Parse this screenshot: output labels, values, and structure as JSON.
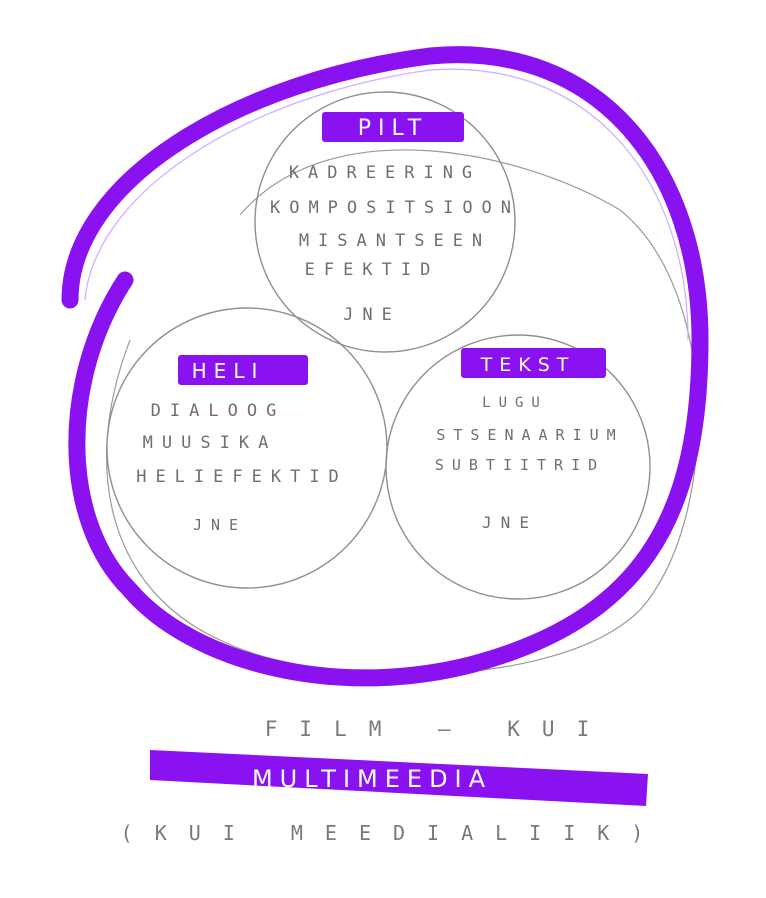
{
  "colors": {
    "marker": "#8a12f0",
    "marker_dark": "#6d0fc4",
    "pencil": "#8a8a8a",
    "background": "#ffffff"
  },
  "circles": {
    "pilt": {
      "label": "PILT",
      "items": [
        "KADREERING",
        "KOMPOSITSIOON",
        "MISANTSEEN",
        "EFEKTID"
      ],
      "etc": "JNE"
    },
    "heli": {
      "label": "HELI",
      "items": [
        "DIALOOG",
        "MUUSIKA",
        "HELIEFEKTID"
      ],
      "etc": "JNE"
    },
    "tekst": {
      "label": "TEKST",
      "items": [
        "LUGU",
        "STSENAARIUM",
        "SUBTIITRID"
      ],
      "etc": "JNE"
    }
  },
  "caption": {
    "line1": "FILM – KUI",
    "line2": "MULTIMEEDIA",
    "line3": "(KUI MEEDIALIIK)"
  }
}
